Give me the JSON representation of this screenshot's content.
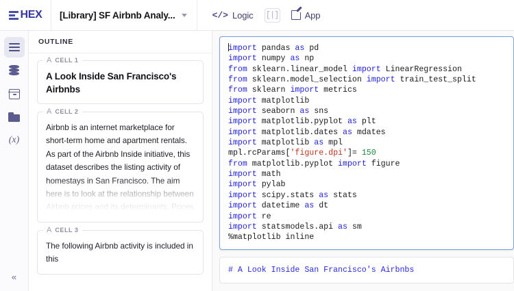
{
  "topbar": {
    "logo_text": "HEX",
    "logo_icon": "hex-logo-mark",
    "doc_title": "[Library] SF Airbnb Analy...",
    "caret_icon": "chevron-down-icon",
    "modes": [
      {
        "icon": "code-brackets-icon",
        "glyph": "</>",
        "label": "Logic"
      },
      {
        "icon": "split-view-icon",
        "glyph": "[|]",
        "label": ""
      },
      {
        "icon": "app-pencil-icon",
        "label": "App"
      }
    ]
  },
  "rail": {
    "items": [
      {
        "icon": "outline-lines-icon",
        "name": "outline",
        "active": true
      },
      {
        "icon": "database-icon",
        "name": "data-sources",
        "active": false
      },
      {
        "icon": "package-box-icon",
        "name": "packages",
        "active": false
      },
      {
        "icon": "folder-icon",
        "name": "files",
        "active": false
      },
      {
        "icon": "variables-x-icon",
        "name": "variables",
        "glyph": "(x)",
        "active": false
      }
    ],
    "collapse_icon": "chevron-double-left-icon",
    "collapse_glyph": "«"
  },
  "outline": {
    "header": "OUTLINE",
    "cells": [
      {
        "icon": "text-cell-icon",
        "icon_glyph": "A",
        "name": "CELL 1",
        "type": "heading",
        "text": "A Look Inside San Francisco's Airbnbs"
      },
      {
        "icon": "text-cell-icon",
        "icon_glyph": "A",
        "name": "CELL 2",
        "type": "paragraph",
        "text": "Airbnb is an internet marketplace for short-term home and apartment rentals. As part of the Airbnb Inside initiative, this dataset describes the listing activity of homestays in San Francisco. The aim here is to look at the relationship between Airbnb prices and its determinants. Prices vary due to seasonality, listing amenities and fluctuations in the market. In this data, we look at an abundant set of Airbnb listing features to see if they can predict listing price."
      },
      {
        "icon": "text-cell-icon",
        "icon_glyph": "A",
        "name": "CELL 3",
        "type": "paragraph",
        "text": "The following Airbnb activity is included in this"
      }
    ]
  },
  "editor": {
    "code_cell": {
      "focused": true,
      "lines": [
        [
          {
            "t": "import",
            "c": "k"
          },
          {
            "t": " pandas ",
            "c": ""
          },
          {
            "t": "as",
            "c": "k"
          },
          {
            "t": " pd",
            "c": ""
          }
        ],
        [
          {
            "t": "import",
            "c": "k"
          },
          {
            "t": " numpy ",
            "c": ""
          },
          {
            "t": "as",
            "c": "k"
          },
          {
            "t": " np",
            "c": ""
          }
        ],
        [
          {
            "t": "from",
            "c": "k"
          },
          {
            "t": " sklearn.linear_model ",
            "c": ""
          },
          {
            "t": "import",
            "c": "k"
          },
          {
            "t": " LinearRegression",
            "c": ""
          }
        ],
        [
          {
            "t": "from",
            "c": "k"
          },
          {
            "t": " sklearn.model_selection ",
            "c": ""
          },
          {
            "t": "import",
            "c": "k"
          },
          {
            "t": " train_test_split",
            "c": ""
          }
        ],
        [
          {
            "t": "from",
            "c": "k"
          },
          {
            "t": " sklearn ",
            "c": ""
          },
          {
            "t": "import",
            "c": "k"
          },
          {
            "t": " metrics",
            "c": ""
          }
        ],
        [
          {
            "t": "import",
            "c": "k"
          },
          {
            "t": " matplotlib",
            "c": ""
          }
        ],
        [
          {
            "t": "import",
            "c": "k"
          },
          {
            "t": " seaborn ",
            "c": ""
          },
          {
            "t": "as",
            "c": "k"
          },
          {
            "t": " sns",
            "c": ""
          }
        ],
        [
          {
            "t": "import",
            "c": "k"
          },
          {
            "t": " matplotlib.pyplot ",
            "c": ""
          },
          {
            "t": "as",
            "c": "k"
          },
          {
            "t": " plt",
            "c": ""
          }
        ],
        [
          {
            "t": "import",
            "c": "k"
          },
          {
            "t": " matplotlib.dates ",
            "c": ""
          },
          {
            "t": "as",
            "c": "k"
          },
          {
            "t": " mdates",
            "c": ""
          }
        ],
        [
          {
            "t": "import",
            "c": "k"
          },
          {
            "t": " matplotlib ",
            "c": ""
          },
          {
            "t": "as",
            "c": "k"
          },
          {
            "t": " mpl",
            "c": ""
          }
        ],
        [
          {
            "t": "mpl.rcParams[",
            "c": ""
          },
          {
            "t": "'figure.dpi'",
            "c": "s"
          },
          {
            "t": "]= ",
            "c": ""
          },
          {
            "t": "150",
            "c": "n"
          }
        ],
        [
          {
            "t": "from",
            "c": "k"
          },
          {
            "t": " matplotlib.pyplot ",
            "c": ""
          },
          {
            "t": "import",
            "c": "k"
          },
          {
            "t": " figure",
            "c": ""
          }
        ],
        [
          {
            "t": "import",
            "c": "k"
          },
          {
            "t": " math",
            "c": ""
          }
        ],
        [
          {
            "t": "import",
            "c": "k"
          },
          {
            "t": " pylab",
            "c": ""
          }
        ],
        [
          {
            "t": "import",
            "c": "k"
          },
          {
            "t": " scipy.stats ",
            "c": ""
          },
          {
            "t": "as",
            "c": "k"
          },
          {
            "t": " stats",
            "c": ""
          }
        ],
        [
          {
            "t": "import",
            "c": "k"
          },
          {
            "t": " datetime ",
            "c": ""
          },
          {
            "t": "as",
            "c": "k"
          },
          {
            "t": " dt",
            "c": ""
          }
        ],
        [
          {
            "t": "import",
            "c": "k"
          },
          {
            "t": " re",
            "c": ""
          }
        ],
        [
          {
            "t": "import",
            "c": "k"
          },
          {
            "t": " statsmodels.api ",
            "c": ""
          },
          {
            "t": "as",
            "c": "k"
          },
          {
            "t": " sm",
            "c": ""
          }
        ],
        [
          {
            "t": "%matplotlib inline",
            "c": ""
          }
        ]
      ]
    },
    "markdown_cell": {
      "focused": false,
      "lines": [
        [
          {
            "t": "# A Look Inside San Francisco's Airbnbs",
            "c": "md-h"
          }
        ]
      ]
    }
  },
  "colors": {
    "brand": "#35359e",
    "keyword": "#1f1fd4",
    "string": "#c0341d",
    "number": "#1a8a3c",
    "focus_border": "#7c9ed6",
    "rail_active": "#e7e7f2"
  }
}
